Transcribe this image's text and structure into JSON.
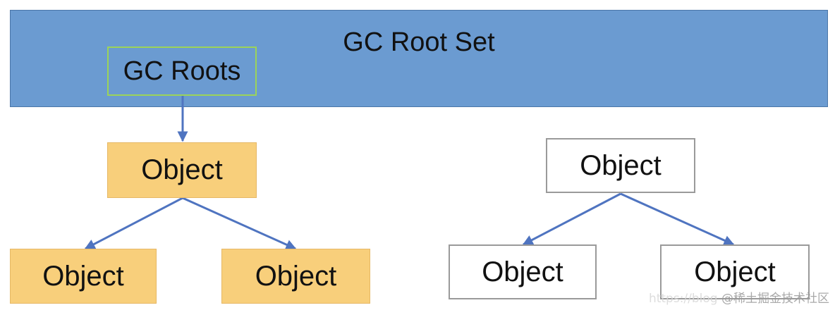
{
  "diagram": {
    "root_set_label": "GC Root Set",
    "gc_roots_label": "GC Roots",
    "reachable": {
      "parent": "Object",
      "children": [
        "Object",
        "Object"
      ]
    },
    "unreachable": {
      "parent": "Object",
      "children": [
        "Object",
        "Object"
      ]
    }
  },
  "colors": {
    "root_set_fill": "#6b9bd1",
    "gc_roots_border": "#9bd35a",
    "reachable_fill": "#f8cf7b",
    "unreachable_border": "#9a9a9a",
    "arrow": "#4f74c0"
  },
  "watermark": {
    "faint_text": "https://blog",
    "text": "@稀土掘金技术社区"
  }
}
